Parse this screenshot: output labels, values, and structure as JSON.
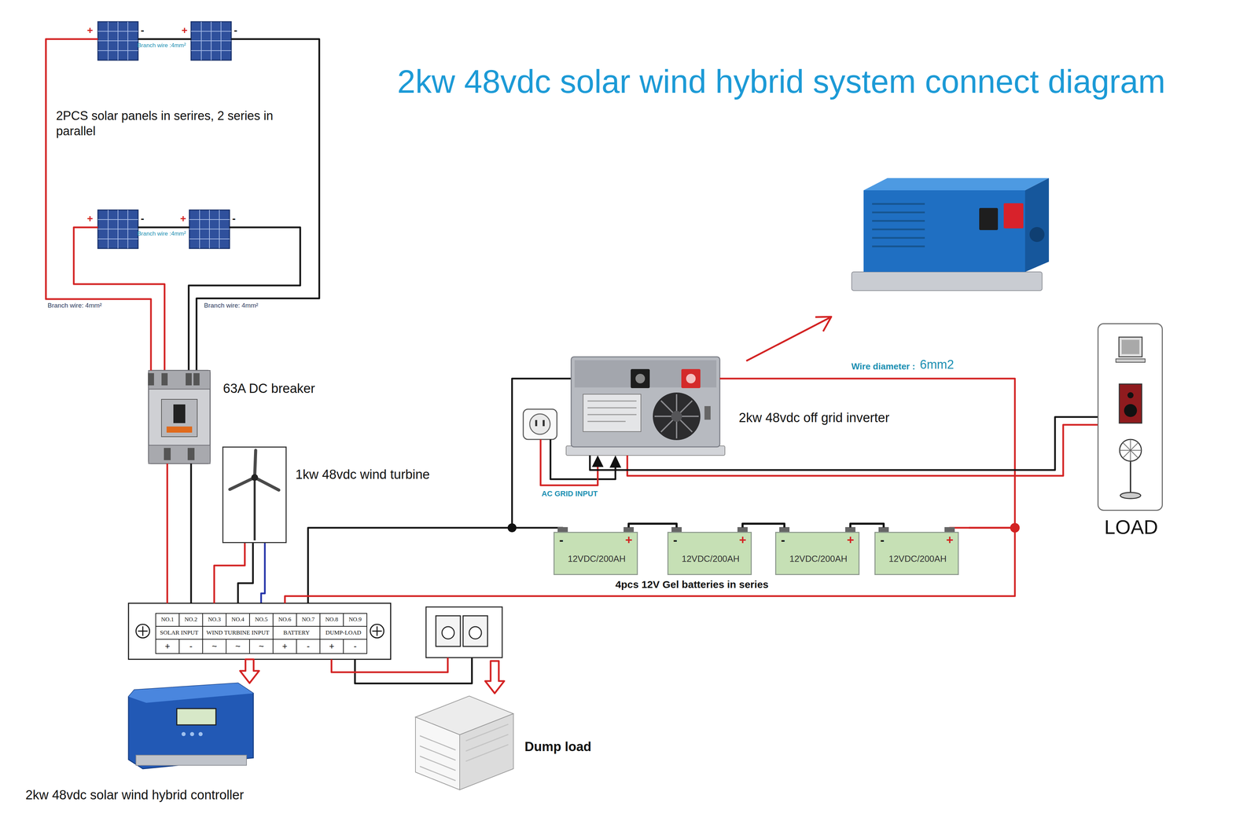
{
  "diagram": {
    "title": "2kw 48vdc solar wind hybrid system connect diagram",
    "nodes": [
      {
        "text": [
          "2PCS solar panels in serires, 2 series in parallel"
        ]
      },
      {
        "text": [
          "63A DC breaker"
        ]
      },
      {
        "text": [
          "1kw 48vdc wind turbine"
        ]
      },
      {
        "text": [
          "NO.1",
          "NO.2",
          "NO.3",
          "NO.4",
          "NO.5",
          "NO.6",
          "NO.7",
          "NO.8",
          "NO.9",
          "SOLAR INPUT",
          "WIND TURBINE INPUT",
          "BATTERY",
          "DUMP-LOAD",
          "+",
          "-",
          "~",
          "~",
          "~",
          "+",
          "-",
          "+",
          "-"
        ]
      },
      {
        "text": [
          "2kw 48vdc solar wind hybrid controller"
        ]
      },
      {
        "text": [
          "Dump load"
        ]
      },
      {
        "text": [
          "2kw 48vdc off grid inverter"
        ]
      },
      {
        "text": [
          "AC GRID INPUT"
        ]
      },
      {
        "text": [
          "LOAD"
        ]
      },
      {
        "text": [
          "4pcs 12V Gel batteries in series"
        ]
      },
      {
        "text": [
          "12VDC/200AH",
          "-",
          "+"
        ],
        "in": 9
      },
      {
        "text": [
          "12VDC/200AH",
          "-",
          "+"
        ],
        "in": 9
      },
      {
        "text": [
          "12VDC/200AH",
          "-",
          "+"
        ],
        "in": 9
      },
      {
        "text": [
          "12VDC/200AH",
          "-",
          "+"
        ],
        "in": 9
      }
    ],
    "edges": [
      {
        "from": 0,
        "to": 1,
        "arrow": "none"
      },
      {
        "from": 1,
        "to": 3,
        "arrow": "none"
      },
      {
        "from": 2,
        "to": 3,
        "arrow": "none"
      },
      {
        "from": 3,
        "to": 9,
        "arrow": "none"
      },
      {
        "from": 6,
        "to": 9,
        "arrow": "none"
      },
      {
        "from": 7,
        "to": 6,
        "arrow": "to"
      },
      {
        "from": 6,
        "to": 8,
        "arrow": "none"
      },
      {
        "from": 3,
        "to": 4,
        "arrow": "to"
      },
      {
        "from": 3,
        "to": 5,
        "arrow": "none"
      }
    ],
    "labels": [
      "Branch wire :4mm²",
      "Branch wire :4mm²",
      "Branch wire: 4mm²",
      "Branch wire: 4mm²",
      "Wire diameter :",
      "6mm2",
      "+",
      "-",
      "+",
      "-",
      "+",
      "-",
      "+",
      "-"
    ]
  }
}
